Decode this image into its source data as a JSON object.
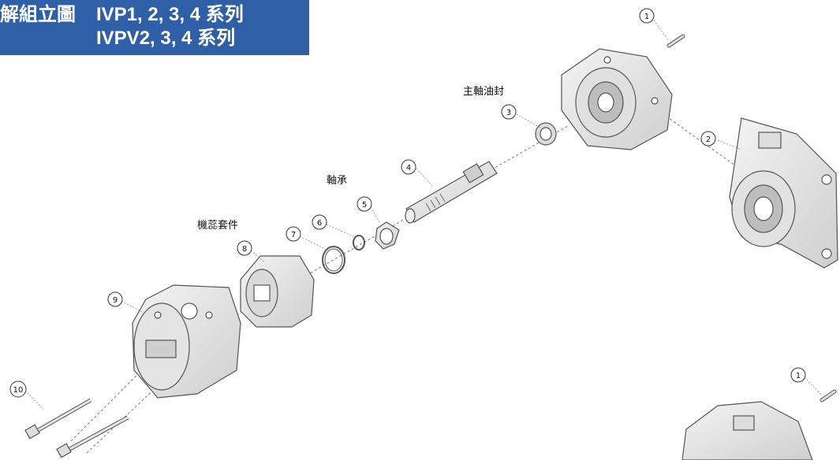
{
  "title": {
    "left": "解組立圖",
    "series_line1": "IVP1, 2, 3, 4 系列",
    "series_line2": "IVPV2, 3, 4 系列"
  },
  "labels": {
    "shaft_seal": "主軸油封",
    "bearing": "軸承",
    "cartridge_kit": "機蕊套件"
  },
  "callouts": {
    "c1_top": "1",
    "c2": "2",
    "c3": "3",
    "c4": "4",
    "c5": "5",
    "c6": "6",
    "c7": "7",
    "c8": "8",
    "c9": "9",
    "c10": "10",
    "c1_bottom": "1"
  },
  "colors": {
    "banner": "#2f5fa6",
    "part_fill": "#e8e8e8",
    "part_stroke": "#555555"
  }
}
